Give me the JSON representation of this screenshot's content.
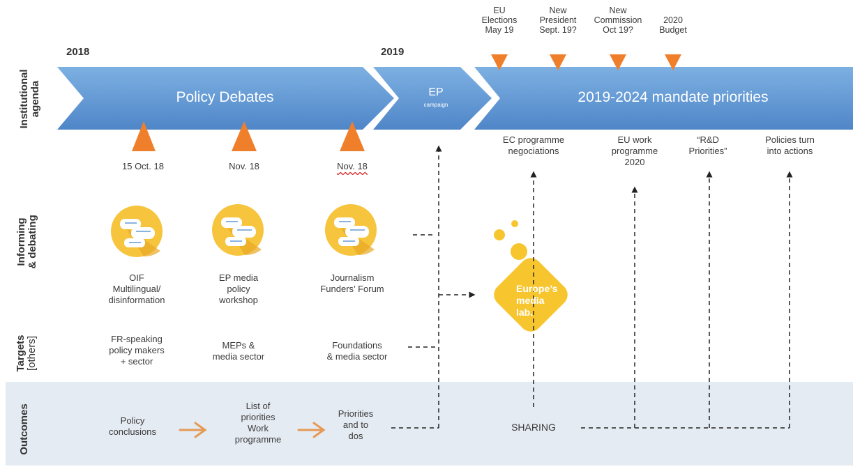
{
  "years": {
    "y2018": "2018",
    "y2019": "2019"
  },
  "row_labels": {
    "institutional": [
      "Institutional",
      "agenda"
    ],
    "informing": [
      "Informing",
      "& debating"
    ],
    "targets": [
      "Targets",
      "[others]"
    ],
    "outcomes": "Outcomes"
  },
  "arrows": {
    "policy_debates": "Policy Debates",
    "ep": "EP",
    "ep_sub": "campaign",
    "mandate": "2019-2024 mandate priorities"
  },
  "top_events": [
    {
      "lines": [
        "EU",
        "Elections",
        "May 19"
      ]
    },
    {
      "lines": [
        "New",
        "President",
        "Sept. 19?"
      ]
    },
    {
      "lines": [
        "New",
        "Commission",
        "Oct 19?"
      ]
    },
    {
      "lines": [
        "2020",
        "Budget"
      ]
    }
  ],
  "dates": [
    "15 Oct. 18",
    "Nov. 18",
    "Nov. 18"
  ],
  "mandate_items": [
    {
      "lines": [
        "EC programme",
        "negociations"
      ]
    },
    {
      "lines": [
        "EU work",
        "programme",
        "2020"
      ]
    },
    {
      "lines": [
        "“R&D",
        "Priorities”"
      ]
    },
    {
      "lines": [
        "Policies turn",
        "into actions"
      ]
    }
  ],
  "events": [
    {
      "lines": [
        "OIF",
        "Multilingual/",
        "disinformation"
      ]
    },
    {
      "lines": [
        "EP media",
        "policy",
        "workshop"
      ]
    },
    {
      "lines": [
        "Journalism",
        "Funders’ Forum"
      ]
    }
  ],
  "targets": [
    {
      "lines": [
        "FR-speaking",
        "policy makers",
        "+ sector"
      ]
    },
    {
      "lines": [
        "MEPs &",
        "media sector"
      ]
    },
    {
      "lines": [
        "Foundations",
        "& media sector"
      ]
    }
  ],
  "outcomes": [
    {
      "lines": [
        "Policy",
        "conclusions"
      ]
    },
    {
      "lines": [
        "List of",
        "priorities",
        "Work",
        "programme"
      ]
    },
    {
      "lines": [
        "Priorities",
        "and to",
        "dos"
      ]
    }
  ],
  "sharing": "SHARING",
  "lab": [
    "Europe’s",
    "media",
    "lab."
  ],
  "colors": {
    "arrow_blue": "#5b8fcf",
    "arrow_blue_light": "#7aaee0",
    "orange": "#f07f2c",
    "bubble_yellow": "#f6c43d",
    "lab_yellow": "#f7c62f",
    "outcomes_band": "#e5ebf2"
  }
}
